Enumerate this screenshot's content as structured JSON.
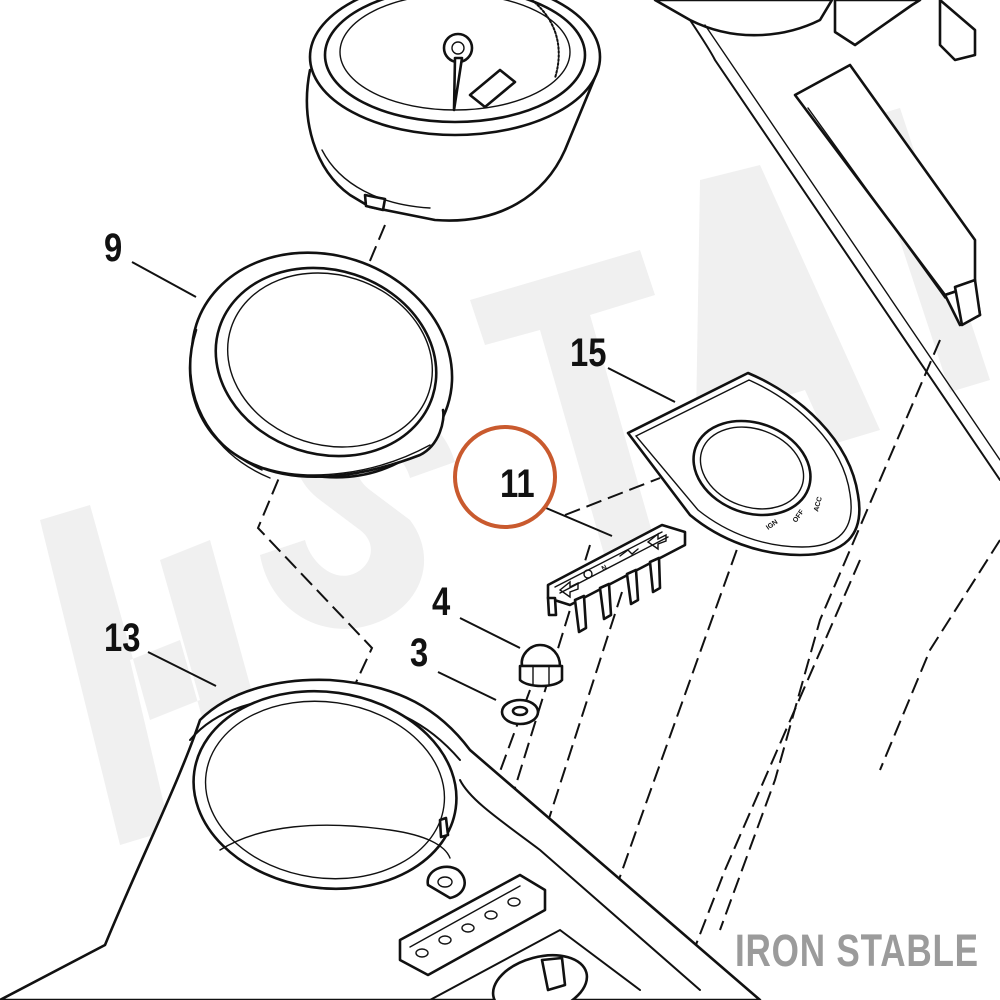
{
  "diagram": {
    "callouts": [
      {
        "id": "9",
        "label": "9"
      },
      {
        "id": "15",
        "label": "15"
      },
      {
        "id": "11",
        "label": "11"
      },
      {
        "id": "4",
        "label": "4"
      },
      {
        "id": "3",
        "label": "3"
      },
      {
        "id": "13",
        "label": "13"
      }
    ],
    "highlighted_part": "11",
    "highlight_color": "#c95a2e",
    "panel_labels": [
      "IGN",
      "OFF",
      "ACC"
    ],
    "watermark": "IRON STABLE"
  }
}
